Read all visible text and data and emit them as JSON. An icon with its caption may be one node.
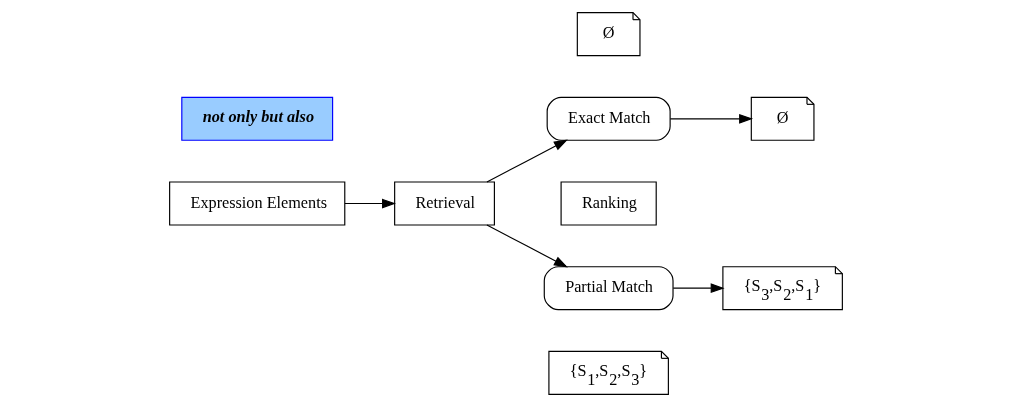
{
  "diagram": {
    "nodes": [
      {
        "text": [
          "not only but also"
        ]
      },
      {
        "text": [
          "Expression Elements"
        ]
      },
      {
        "text": [
          "Retrieval"
        ]
      },
      {
        "text": [
          "Ø"
        ]
      },
      {
        "text": [
          "Exact Match"
        ]
      },
      {
        "text": [
          "Ø"
        ]
      },
      {
        "text": [
          "Ranking"
        ]
      },
      {
        "text": [
          "Partial Match"
        ]
      },
      {
        "text": [
          "{S$_{1}$,S$_{2}$,S$_{3}$}"
        ]
      },
      {
        "text": [
          "{S$_{3}$,S$_{2}$,S$_{1}$}"
        ]
      }
    ],
    "edges": [
      {
        "from": 1,
        "to": 2,
        "arrow": "to"
      },
      {
        "from": 2,
        "to": 4,
        "arrow": "to"
      },
      {
        "from": 2,
        "to": 7,
        "arrow": "to"
      },
      {
        "from": 4,
        "to": 5,
        "arrow": "to"
      },
      {
        "from": 7,
        "to": 9,
        "arrow": "to"
      }
    ]
  }
}
